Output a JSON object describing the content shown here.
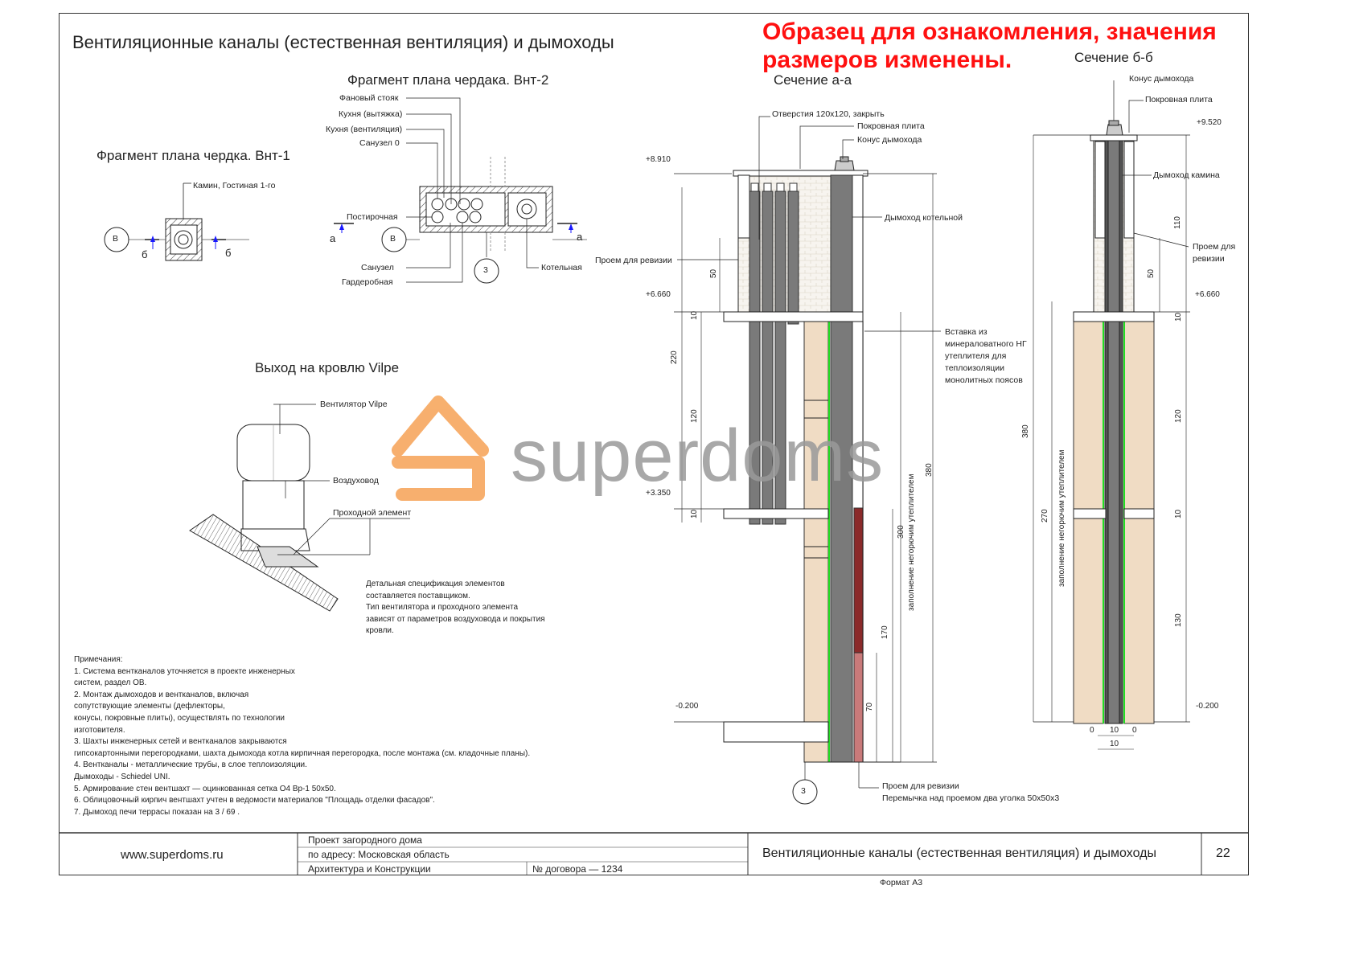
{
  "sheet": {
    "title": "Вентиляционные каналы (естественная вентиляция) и дымоходы",
    "warning": "Образец для ознакомления, значения размеров изменены.",
    "format": "Формат А3"
  },
  "plans": {
    "vnt1_title": "Фрагмент плана чердка. Внт-1",
    "vnt1_label": "Камин, Гостиная 1-го",
    "vnt2_title": "Фрагмент плана чердака. Внт-2",
    "vnt2_labels": [
      "Фановый стояк",
      "Кухня (вытяжка)",
      "Кухня (вентиляция)",
      "Санузел 0",
      "Постирочная",
      "Санузел",
      "Гардеробная",
      "Котельная"
    ],
    "axis_v": "В",
    "axis_3": "3",
    "cut_a": "а",
    "cut_b": "б"
  },
  "roof_exit": {
    "title": "Выход на кровлю Vilpe",
    "labels": [
      "Вентилятор Vilpe",
      "Воздуховод",
      "Проходной элемент"
    ],
    "spec_note": [
      "Детальная спецификация элементов",
      "составляется поставщиком.",
      "Тип вентилятора и проходного элемента",
      "зависят от параметров воздуховода и покрытия",
      "кровли."
    ]
  },
  "watermark": {
    "text": "superdoms"
  },
  "notes": [
    "Примечания:",
    "1. Система вентканалов уточняется в проекте инженерных",
    "систем, раздел ОВ.",
    "2. Монтаж дымоходов и вентканалов, включая",
    "сопутствующие элементы (дефлекторы,",
    "конусы, покровные плиты), осуществлять по технологии",
    "изготовителя.",
    "3. Шахты инженерных сетей и вентканалов закрываются",
    "гипсокартонными перегородками, шахта дымохода котла кирпичная перегородка, после монтажа (см. кладочные планы).",
    "4. Вентканалы - металлические трубы, в слое теплоизоляции.",
    "Дымоходы - Schiedel UNI.",
    "5. Армирование стен вентшахт — оцинкованная сетка О4 Вр-1 50х50.",
    "6. Облицовочный кирпич вентшахт учтен в ведомости материалов \"Площадь отделки фасадов\".",
    "7. Дымоход печи террасы показан на   3  /  69 ."
  ],
  "section_aa": {
    "title": "Сечение а-а",
    "labels": {
      "openings": "Отверстия 120х120, закрыть",
      "cover": "Покровная плита",
      "cone": "Конус дымохода",
      "boiler_flue": "Дымоход котельной",
      "revision": "Проем для ревизии",
      "insert": [
        "Вставка из",
        "минераловатного НГ",
        "утеплителя для",
        "теплоизоляции",
        "монолитных поясов"
      ],
      "fill": "заполнение негорючим утеплителем",
      "revision2": "Проем для ревизии",
      "lintel": "Перемычка над проемом два уголка 50х50х3"
    },
    "levels": [
      "+8.910",
      "+6.660",
      "+3.350",
      "-0.200"
    ],
    "dims": [
      "50",
      "10",
      "220",
      "120",
      "10",
      "380",
      "300",
      "170",
      "70"
    ]
  },
  "section_bb": {
    "title": "Сечение б-б",
    "labels": {
      "cone": "Конус дымохода",
      "cover": "Покровная плита",
      "fireplace": "Дымоход камина",
      "revision": [
        "Проем для",
        "ревизии"
      ],
      "fill": "заполнение негорючим утеплителем"
    },
    "levels": [
      "+9.520",
      "+6.660",
      "-0.200"
    ],
    "dims": [
      "110",
      "50",
      "10",
      "120",
      "10",
      "130",
      "380",
      "270",
      "0",
      "10",
      "0",
      "10"
    ]
  },
  "title_block": {
    "site": "www.superdoms.ru",
    "project1": "Проект загородного дома",
    "project2": "по адресу: Московская область",
    "discipline": "Архитектура и Конструкции",
    "contract": "№ договора — 1234",
    "sheet_title": "Вентиляционные каналы (естественная вентиляция) и дымоходы",
    "page": "22"
  },
  "colors": {
    "insulation": "#f0dcc4",
    "pipe": "#7a7a7a",
    "flue_red": "#8b2a2a",
    "green": "#22dd22",
    "watermark_orange": "#f6a255",
    "watermark_gray": "#9a9a9a",
    "cut_arrow": "#1a1aff"
  }
}
